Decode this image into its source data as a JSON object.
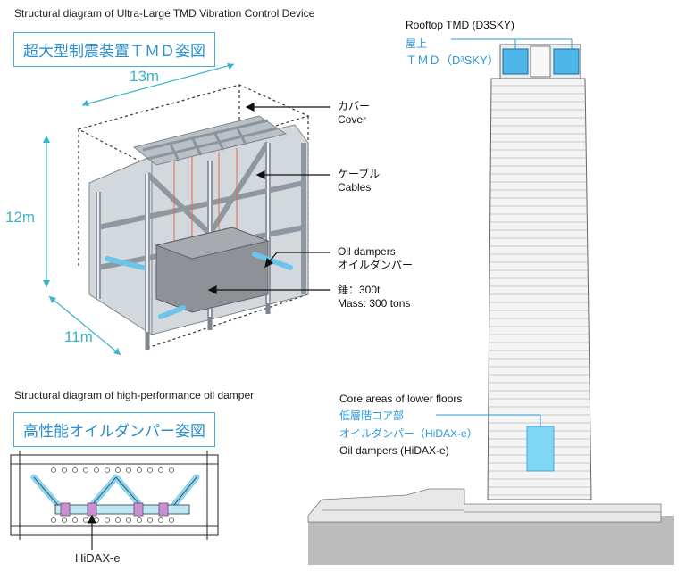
{
  "tmd": {
    "caption": "Structural diagram of Ultra-Large TMD Vibration Control Device",
    "jp_title": "超大型制震装置ＴＭＤ姿図",
    "dim_width": "13m",
    "dim_height": "12m",
    "dim_depth": "11m",
    "cover_jp": "カバー",
    "cover_en": "Cover",
    "cables_jp": "ケーブル",
    "cables_en": "Cables",
    "oil_en": "Oil dampers",
    "oil_jp": "オイルダンパー",
    "mass_jp": "錘：300t",
    "mass_en": "Mass: 300 tons"
  },
  "damper": {
    "caption": "Structural diagram of high-performance oil damper",
    "jp_title": "高性能オイルダンパー姿図",
    "label": "HiDAX-e"
  },
  "building": {
    "rooftop_en": "Rooftop TMD (D3SKY)",
    "rooftop_jp1": "屋上",
    "rooftop_jp2": "ＴＭＤ（D³SKY）",
    "core_en": "Core areas of lower floors",
    "core_jp1": "低層階コア部",
    "core_jp2": "オイルダンパー（HiDAX-e）",
    "core_en2": "Oil dampers (HiDAX-e)"
  },
  "colors": {
    "accent": "#2a9ad9",
    "dimension": "#39b3c9",
    "steel": "#c9ced3",
    "damper_blue": "#8fd3f0",
    "ground": "#bdbdbd"
  }
}
